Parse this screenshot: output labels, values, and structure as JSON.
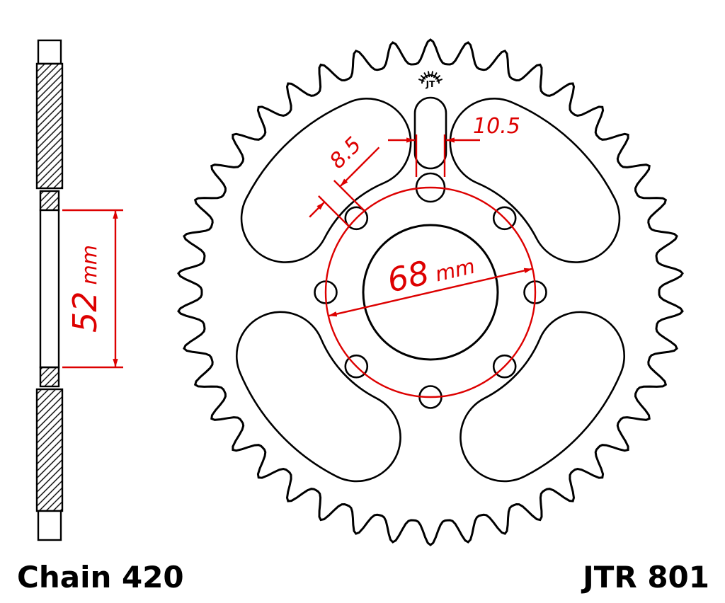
{
  "colors": {
    "dimension_red": "#dd0000",
    "line_black": "#000000",
    "background": "#ffffff"
  },
  "labels": {
    "chain": "Chain 420",
    "part_number": "JTR 801",
    "logo": "JT"
  },
  "dimensions": {
    "hub_width": {
      "value": "52",
      "unit": "mm"
    },
    "bolt_circle": {
      "value": "68",
      "unit": "mm"
    },
    "hole_small": {
      "value": "8.5"
    },
    "hole_large": {
      "value": "10.5"
    }
  }
}
